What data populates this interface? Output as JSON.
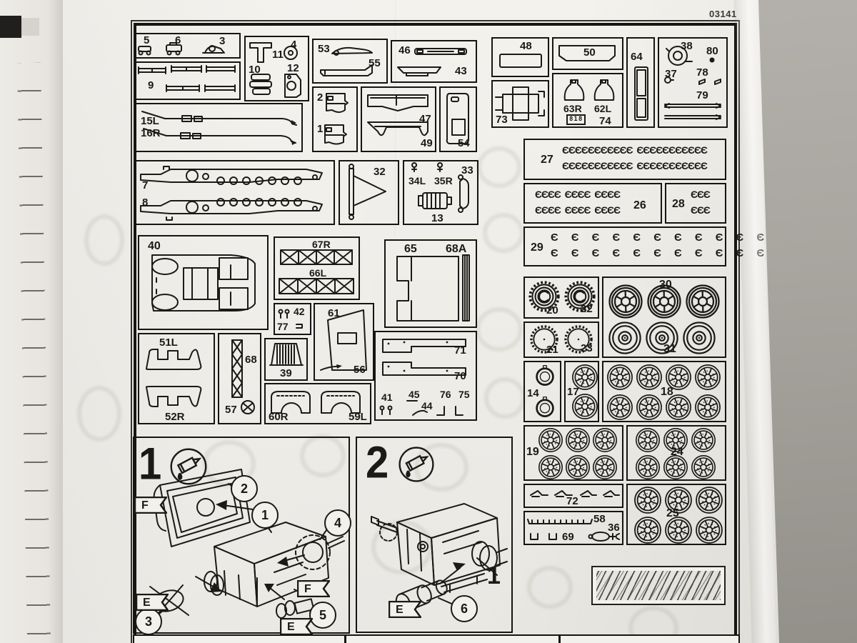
{
  "photo": {
    "sheet_code": "03141"
  },
  "parts": {
    "a1": {
      "labels": [
        "5",
        "6",
        "3"
      ]
    },
    "a2": {
      "labels": [
        "9"
      ]
    },
    "a3": {
      "labels": [
        "10",
        "11",
        "4",
        "12"
      ]
    },
    "a4": {
      "labels": [
        "53",
        "55"
      ]
    },
    "a5": {
      "labels": [
        "46",
        "43"
      ]
    },
    "a6": {
      "labels": [
        "2",
        "1"
      ]
    },
    "a7": {
      "labels": [
        "47",
        "49"
      ]
    },
    "a8": {
      "labels": [
        "54"
      ]
    },
    "a9": {
      "labels": [
        "15L",
        "16R"
      ]
    },
    "a10": {
      "labels": [
        "7",
        "8"
      ]
    },
    "a11": {
      "labels": [
        "32"
      ]
    },
    "a12": {
      "labels": [
        "34L",
        "35R",
        "33",
        "13"
      ]
    },
    "r1": {
      "labels": [
        "48"
      ]
    },
    "r2": {
      "labels": [
        "73"
      ]
    },
    "r3": {
      "labels": [
        "50"
      ]
    },
    "r4": {
      "labels": [
        "63R",
        "62L",
        "74",
        "818"
      ]
    },
    "r5": {
      "labels": [
        "64"
      ]
    },
    "r6": {
      "labels": [
        "38",
        "80",
        "37",
        "78",
        "79"
      ]
    },
    "t27": {
      "labels": [
        "27"
      ],
      "row": "ЄЄЄЄЄЄЄЄЄЄЄ  ЄЄЄЄЄЄЄЄЄЄЄ"
    },
    "t26": {
      "labels": [
        "26"
      ],
      "row": "ЄЄЄЄ  ЄЄЄЄ  ЄЄЄЄ"
    },
    "t28": {
      "labels": [
        "28"
      ],
      "row": "ЄЄЄ"
    },
    "t29": {
      "labels": [
        "29"
      ],
      "row": "Є Є Є Є Є Є Є Є Є Є Є Є Є"
    },
    "w20": {
      "labels": [
        "20",
        "22"
      ]
    },
    "w21": {
      "labels": [
        "21",
        "23"
      ]
    },
    "w30": {
      "labels": [
        "30",
        "31"
      ]
    },
    "w14": {
      "labels": [
        "14"
      ]
    },
    "w17": {
      "labels": [
        "17"
      ]
    },
    "w18": {
      "labels": [
        "18"
      ]
    },
    "w19": {
      "labels": [
        "19"
      ]
    },
    "w24": {
      "labels": [
        "24"
      ]
    },
    "w25": {
      "labels": [
        "25"
      ]
    },
    "c40": {
      "labels": [
        "40"
      ]
    },
    "c67": {
      "labels": [
        "67R",
        "66L"
      ]
    },
    "c42": {
      "labels": [
        "42",
        "77"
      ]
    },
    "c61": {
      "labels": [
        "61",
        "56"
      ]
    },
    "c65": {
      "labels": [
        "65",
        "68A"
      ]
    },
    "c71": {
      "labels": [
        "71",
        "70",
        "41",
        "45",
        "44",
        "76",
        "75"
      ]
    },
    "c51": {
      "labels": [
        "51L",
        "52R"
      ]
    },
    "c68": {
      "labels": [
        "68",
        "57"
      ]
    },
    "c39": {
      "labels": [
        "39"
      ]
    },
    "c60": {
      "labels": [
        "60R",
        "59L"
      ]
    },
    "d72": {
      "labels": [
        "72"
      ]
    },
    "d58": {
      "labels": [
        "58",
        "69",
        "36"
      ]
    }
  },
  "steps": {
    "s1": {
      "num": "1",
      "callouts": [
        "2",
        "1",
        "4",
        "3",
        "5"
      ],
      "flags": [
        "F",
        "E",
        "F",
        "E"
      ]
    },
    "s2": {
      "num": "2",
      "callouts": [
        "1",
        "6"
      ],
      "flags": [
        "E"
      ]
    }
  }
}
